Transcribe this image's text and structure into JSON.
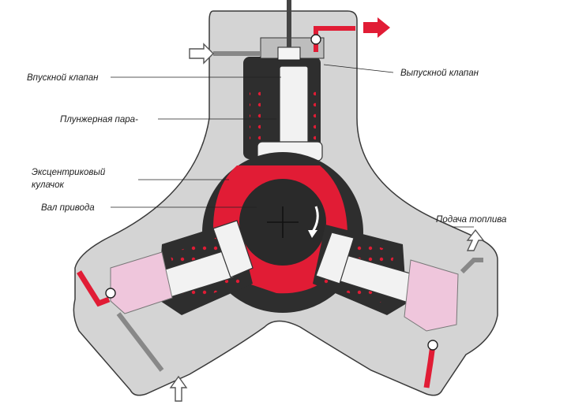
{
  "labels": {
    "intake_valve": "Впускной клапан",
    "outlet_valve": "Выпускной клапан",
    "plunger_pair": "Плунжерная пара-",
    "eccentric_cam_line1": "Эксцентриковый",
    "eccentric_cam_line2": "кулачок",
    "drive_shaft": "Вал привода",
    "fuel_supply": "Подача топлива"
  },
  "colors": {
    "housing": "#d4d4d4",
    "housing_edge": "#3a3a3a",
    "barrel": "#2e2e2e",
    "cam_ring": "#e11c35",
    "shaft": "#2a2a2a",
    "plunger": "#f2f2f2",
    "pink_fitting": "#efc6dc",
    "arrow_red": "#e11c35",
    "arrow_outline": "#555555"
  },
  "icons": {
    "outlet_arrow": "arrow-right-red",
    "inlet_arrow_top": "arrow-right-outline",
    "inlet_arrow_bottom": "arrow-up-outline",
    "rotation_arrow": "arrow-curved-down"
  }
}
